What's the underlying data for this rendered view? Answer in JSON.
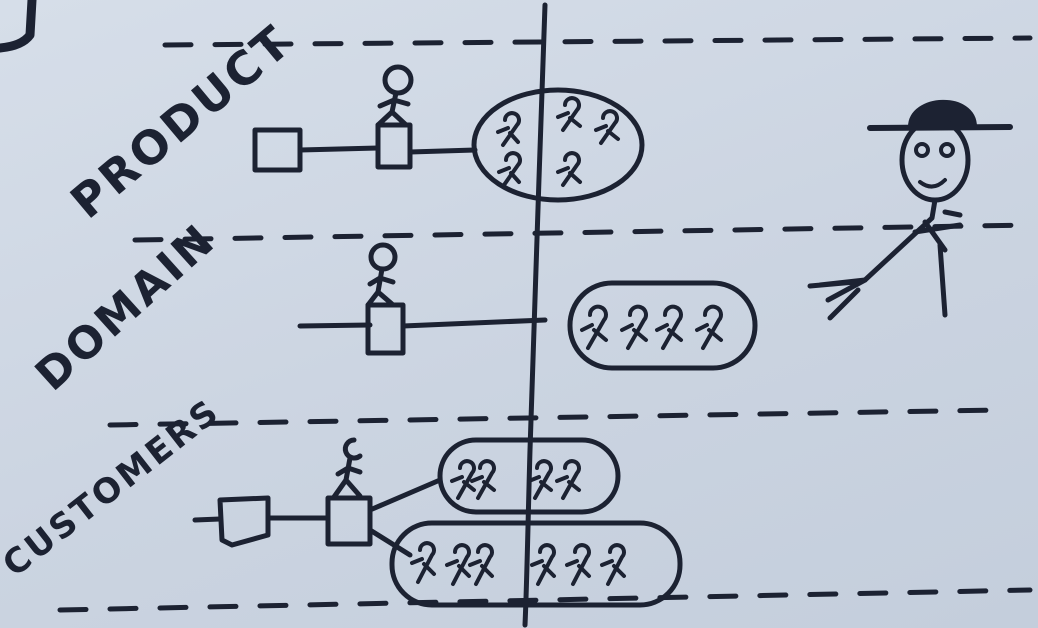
{
  "labels": {
    "product": "PRODUCT",
    "domain": "DOMAIN",
    "customers": "CUSTOMERS"
  },
  "colors": {
    "paper": "#cdd6e3",
    "ink": "#1c2232"
  }
}
